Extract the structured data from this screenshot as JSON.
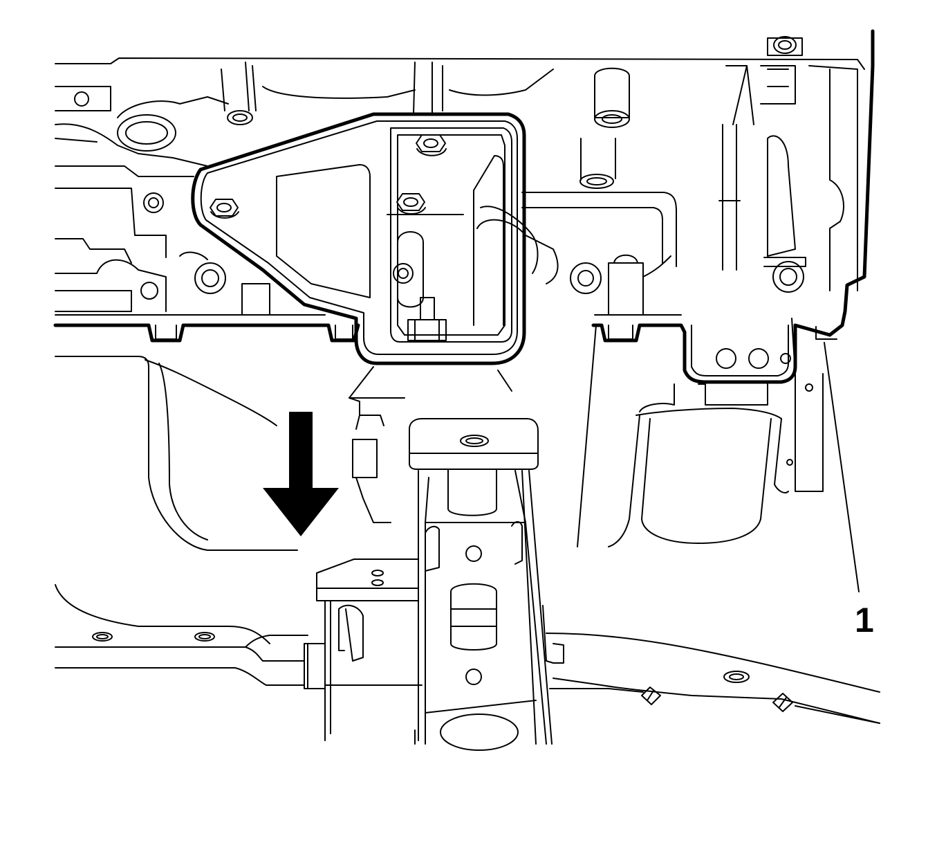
{
  "callouts": [
    {
      "id": "callout-1",
      "label": "1"
    }
  ],
  "indicators": {
    "arrow_direction": "down",
    "arrow_color": "#000000"
  },
  "colors": {
    "line": "#000000",
    "background": "#ffffff"
  }
}
